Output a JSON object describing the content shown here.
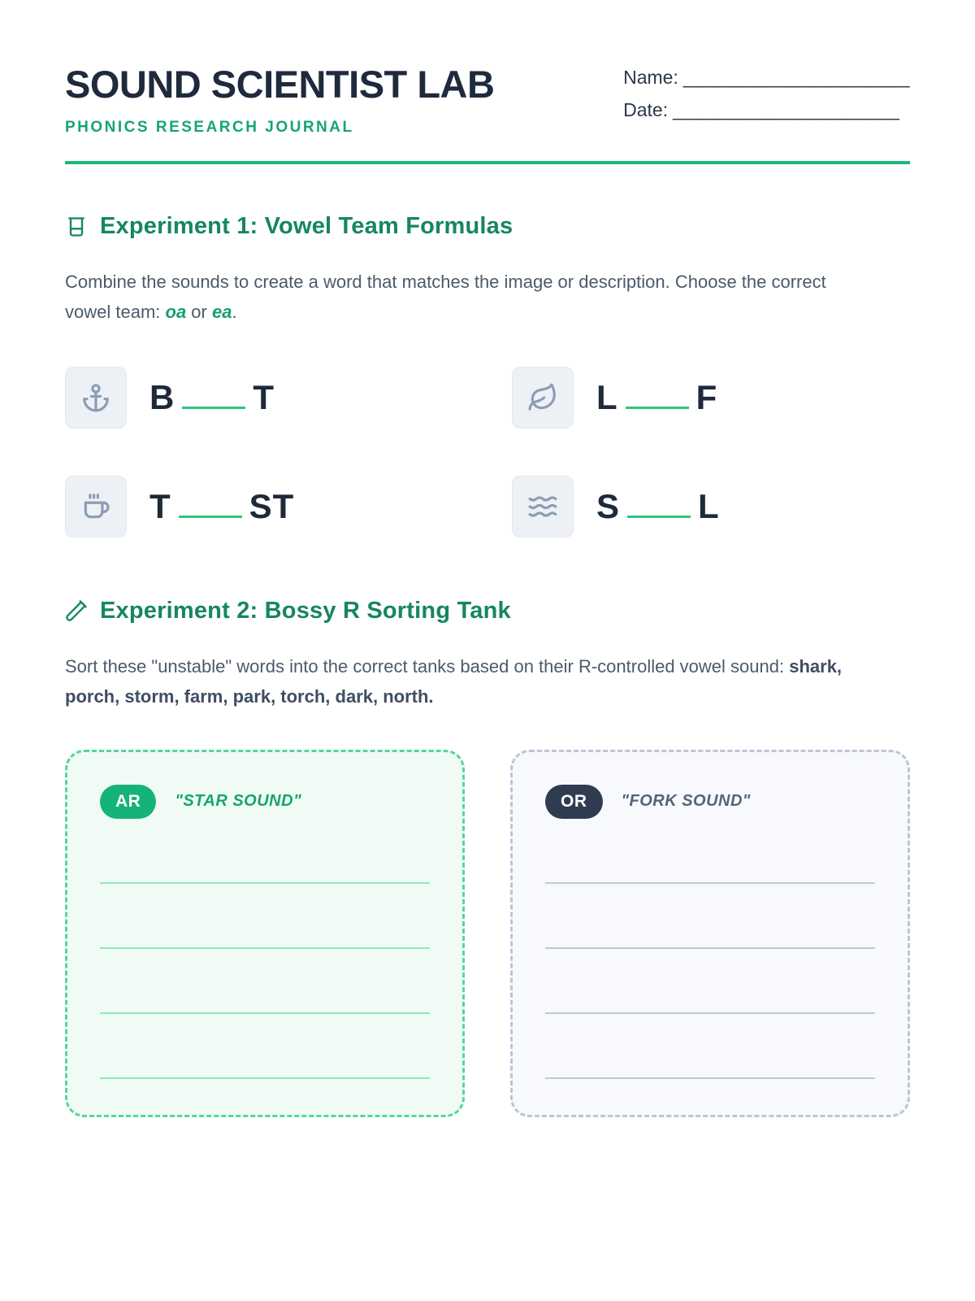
{
  "page": {
    "title": "SOUND SCIENTIST LAB",
    "subtitle": "PHONICS RESEARCH JOURNAL"
  },
  "header_fields": {
    "name_label": "Name:",
    "name_line": "_____________________",
    "date_label": "Date:",
    "date_line": "_____________________"
  },
  "experiment1": {
    "heading": "Experiment 1: Vowel Team Formulas",
    "instr_text1": "Combine the sounds to create a word that matches the image or description. Choose the correct vowel team: ",
    "instr_team1": "oa",
    "instr_text2": " or ",
    "instr_team2": "ea",
    "instr_text3": ".",
    "items": [
      {
        "icon": "anchor-icon",
        "before": "B",
        "after": "T"
      },
      {
        "icon": "leaf-icon",
        "before": "L",
        "after": "F"
      },
      {
        "icon": "coffee-cup-icon",
        "before": "T",
        "after": "ST"
      },
      {
        "icon": "waves-icon",
        "before": "S",
        "after": "L"
      }
    ]
  },
  "experiment2": {
    "heading": "Experiment 2: Bossy R Sorting Tank",
    "instr_text": "Sort these \"unstable\" words into the correct tanks based on their R-controlled vowel sound: ",
    "instr_words": "shark, porch, storm, farm, park, torch, dark, north.",
    "tanks": [
      {
        "badge": "AR",
        "label": "\"STAR SOUND\"",
        "line_count": 4
      },
      {
        "badge": "OR",
        "label": "\"FORK SOUND\"",
        "line_count": 4
      }
    ]
  },
  "colors": {
    "brand_green": "#17b978",
    "heading_green": "#15875d",
    "dark_navy": "#1f2a3d",
    "ar_badge_green": "#16b378",
    "or_badge_navy": "#2f3c50"
  }
}
